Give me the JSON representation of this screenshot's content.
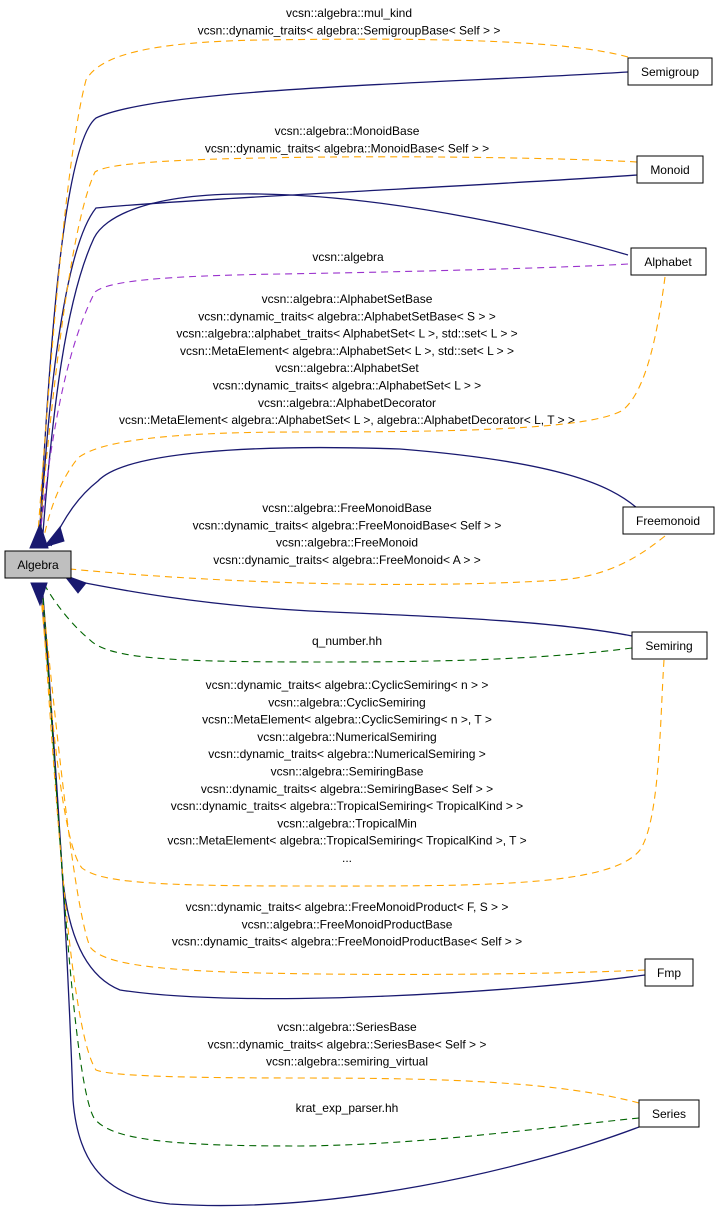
{
  "root": {
    "label": "Algebra",
    "fill": "#bfbfbf"
  },
  "nodes": [
    {
      "id": "semigroup",
      "label": "Semigroup"
    },
    {
      "id": "monoid",
      "label": "Monoid"
    },
    {
      "id": "alphabet",
      "label": "Alphabet"
    },
    {
      "id": "freemonoid",
      "label": "Freemonoid"
    },
    {
      "id": "semiring",
      "label": "Semiring"
    },
    {
      "id": "fmp",
      "label": "Fmp"
    },
    {
      "id": "series",
      "label": "Series"
    }
  ],
  "edge_labels": {
    "semigroup": [
      "vcsn::algebra::mul_kind",
      "vcsn::dynamic_traits< algebra::SemigroupBase< Self > >"
    ],
    "monoid": [
      "vcsn::algebra::MonoidBase",
      "vcsn::dynamic_traits< algebra::MonoidBase< Self > >"
    ],
    "alphabet_ns": [
      "vcsn::algebra"
    ],
    "alphabet": [
      "vcsn::algebra::AlphabetSetBase",
      "vcsn::dynamic_traits< algebra::AlphabetSetBase< S > >",
      "vcsn::algebra::alphabet_traits< AlphabetSet< L >, std::set< L > >",
      "vcsn::MetaElement< algebra::AlphabetSet< L >, std::set< L > >",
      "vcsn::algebra::AlphabetSet",
      "vcsn::dynamic_traits< algebra::AlphabetSet< L > >",
      "vcsn::algebra::AlphabetDecorator",
      "vcsn::MetaElement< algebra::AlphabetSet< L >, algebra::AlphabetDecorator< L, T > >"
    ],
    "freemonoid": [
      "vcsn::algebra::FreeMonoidBase",
      "vcsn::dynamic_traits< algebra::FreeMonoidBase< Self > >",
      "vcsn::algebra::FreeMonoid",
      "vcsn::dynamic_traits< algebra::FreeMonoid< A > >"
    ],
    "semiring_file": [
      "q_number.hh"
    ],
    "semiring": [
      "vcsn::dynamic_traits< algebra::CyclicSemiring< n > >",
      "vcsn::algebra::CyclicSemiring",
      "vcsn::MetaElement< algebra::CyclicSemiring< n >, T >",
      "vcsn::algebra::NumericalSemiring",
      "vcsn::dynamic_traits< algebra::NumericalSemiring >",
      "vcsn::algebra::SemiringBase",
      "vcsn::dynamic_traits< algebra::SemiringBase< Self > >",
      "vcsn::dynamic_traits< algebra::TropicalSemiring< TropicalKind > >",
      "vcsn::algebra::TropicalMin",
      "vcsn::MetaElement< algebra::TropicalSemiring< TropicalKind >, T >",
      "..."
    ],
    "fmp": [
      "vcsn::dynamic_traits< algebra::FreeMonoidProduct< F, S > >",
      "vcsn::algebra::FreeMonoidProductBase",
      "vcsn::dynamic_traits< algebra::FreeMonoidProductBase< Self > >"
    ],
    "series": [
      "vcsn::algebra::SeriesBase",
      "vcsn::dynamic_traits< algebra::SeriesBase< Self > >",
      "vcsn::algebra::semiring_virtual"
    ],
    "series_file": [
      "krat_exp_parser.hh"
    ]
  },
  "colors": {
    "inheritance": "#191970",
    "orange": "#ffa500",
    "purple": "#9a32cd",
    "green": "#006400"
  }
}
